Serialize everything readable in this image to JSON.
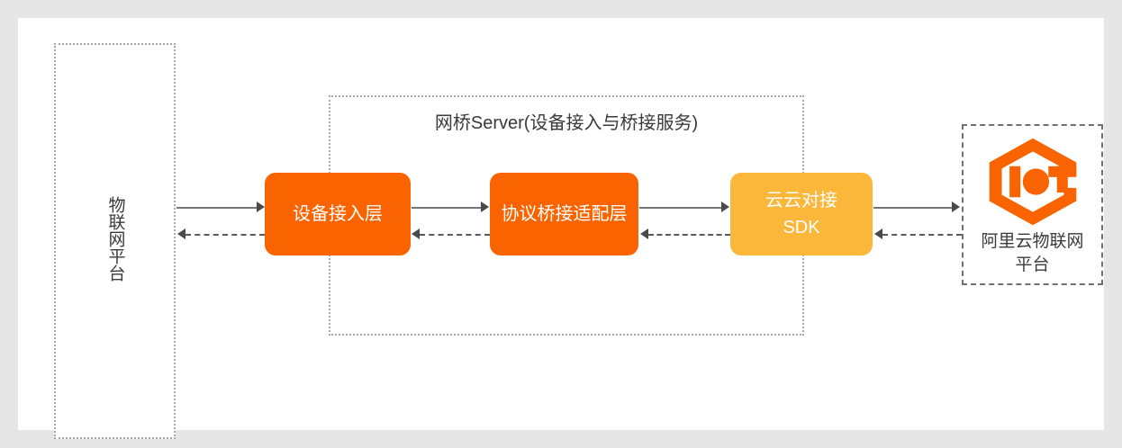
{
  "canvas": {
    "background": "#ffffff",
    "page_background": "#e6e6e6"
  },
  "colors": {
    "stage_orange": "#fa6400",
    "stage_amber": "#fbb73a",
    "text_dark": "#3a3a3a",
    "border_gray": "#a8a8a8",
    "connector_gray": "#767676",
    "logo_orange": "#fa6400"
  },
  "left_platform": {
    "label": "物联网平台",
    "border_style": "dotted"
  },
  "bridge": {
    "title": "网桥Server(设备接入与桥接服务)",
    "border_style": "dotted",
    "stages": [
      {
        "id": "device-access-layer",
        "label": "设备接入层",
        "color": "#fa6400"
      },
      {
        "id": "protocol-bridge-adapter-layer",
        "label": "协议桥接适配层",
        "color": "#fa6400"
      },
      {
        "id": "cloud-to-cloud-sdk",
        "label": "云云对接SDK",
        "line1": "云云对接",
        "line2": "SDK",
        "color": "#fbb73a"
      }
    ]
  },
  "right_platform": {
    "logo": "iot-hexagon-logo",
    "label_line1": "阿里云物联网",
    "label_line2": "平台",
    "label": "阿里云物联网平台",
    "border_style": "dashed"
  },
  "connectors": {
    "forward_style": "solid-arrow-right",
    "return_style": "dashed-arrow-left",
    "links": [
      {
        "from": "物联网平台",
        "to": "设备接入层"
      },
      {
        "from": "设备接入层",
        "to": "协议桥接适配层"
      },
      {
        "from": "协议桥接适配层",
        "to": "云云对接SDK"
      },
      {
        "from": "云云对接SDK",
        "to": "阿里云物联网平台"
      }
    ]
  }
}
